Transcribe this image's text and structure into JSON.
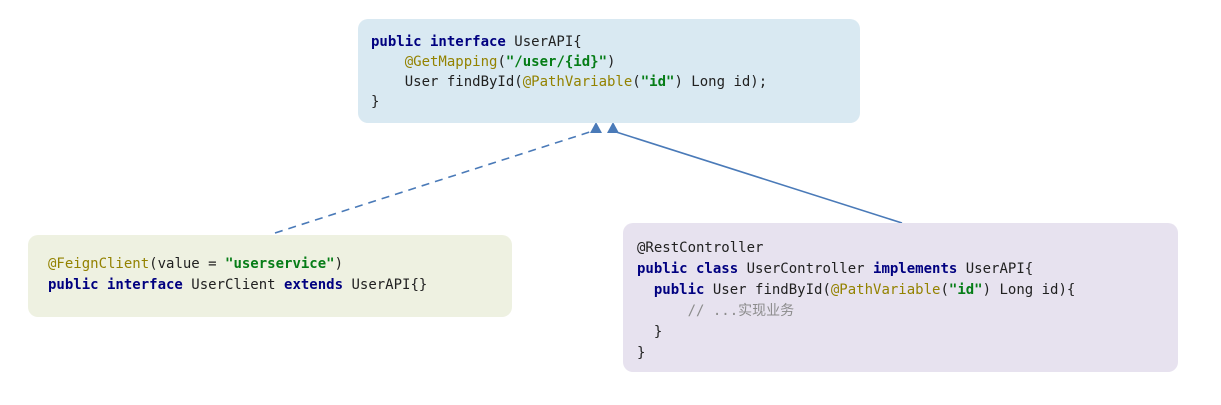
{
  "colors": {
    "canvas_bg": "#ffffff",
    "interface_box_bg": "#d9e9f2",
    "client_box_bg": "#eef1e1",
    "controller_box_bg": "#e7e2ef",
    "keyword": "#000080",
    "annotation": "#938200",
    "string": "#067d17",
    "plain": "#212121",
    "comment": "#8c8c8c",
    "arrow": "#4a7ab8"
  },
  "diagram": {
    "boxes": [
      {
        "id": "user-api-interface",
        "lines": [
          [
            [
              "kw",
              "public interface"
            ],
            [
              "plain",
              " UserAPI{"
            ]
          ],
          [
            [
              "plain",
              "    "
            ],
            [
              "anno",
              "@GetMapping"
            ],
            [
              "plain",
              "("
            ],
            [
              "str",
              "\"/user/{id}\""
            ],
            [
              "plain",
              ")"
            ]
          ],
          [
            [
              "plain",
              "    User findById("
            ],
            [
              "anno",
              "@PathVariable"
            ],
            [
              "plain",
              "("
            ],
            [
              "str",
              "\"id\""
            ],
            [
              "plain",
              ") Long id);"
            ]
          ],
          [
            [
              "plain",
              "}"
            ]
          ]
        ]
      },
      {
        "id": "feign-client-interface",
        "lines": [
          [
            [
              "anno",
              "@FeignClient"
            ],
            [
              "plain",
              "(value = "
            ],
            [
              "str",
              "\"userservice\""
            ],
            [
              "plain",
              ")"
            ]
          ],
          [
            [
              "kw",
              "public interface"
            ],
            [
              "plain",
              " UserClient "
            ],
            [
              "kw",
              "extends"
            ],
            [
              "plain",
              " UserAPI{}"
            ]
          ]
        ]
      },
      {
        "id": "rest-controller-class",
        "lines": [
          [
            [
              "plain",
              "@RestController"
            ]
          ],
          [
            [
              "kw",
              "public class"
            ],
            [
              "plain",
              " UserController "
            ],
            [
              "kw",
              "implements"
            ],
            [
              "plain",
              " UserAPI{"
            ]
          ],
          [
            [
              "plain",
              "  "
            ],
            [
              "kw",
              "public"
            ],
            [
              "plain",
              " User findById("
            ],
            [
              "anno",
              "@PathVariable"
            ],
            [
              "plain",
              "("
            ],
            [
              "str",
              "\"id\""
            ],
            [
              "plain",
              ") Long id){"
            ]
          ],
          [
            [
              "comment",
              "      // ...实现业务"
            ]
          ],
          [
            [
              "plain",
              "  }"
            ]
          ],
          [
            [
              "plain",
              "}"
            ]
          ]
        ]
      }
    ],
    "arrows": [
      {
        "from": "feign-client-interface",
        "to": "user-api-interface",
        "style": "dashed"
      },
      {
        "from": "rest-controller-class",
        "to": "user-api-interface",
        "style": "solid"
      }
    ]
  }
}
